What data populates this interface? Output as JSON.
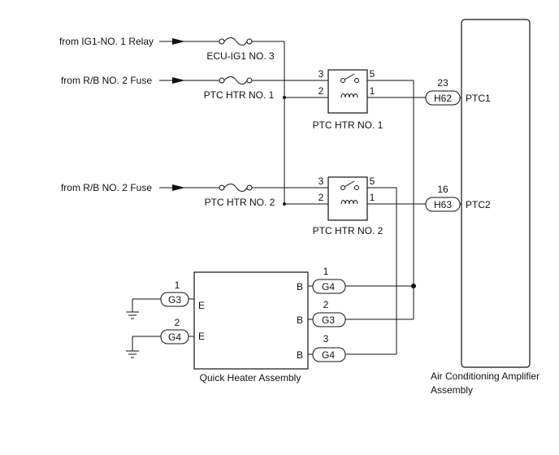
{
  "sources": {
    "ig1_relay": "from IG1-NO. 1 Relay",
    "rb_fuse_a": "from R/B NO. 2 Fuse",
    "rb_fuse_b": "from R/B NO. 2 Fuse"
  },
  "fuses": {
    "ecu_ig1": "ECU-IG1 NO. 3",
    "ptc_htr1": "PTC HTR NO. 1",
    "ptc_htr2": "PTC HTR NO. 2"
  },
  "relays": {
    "relay1": {
      "label": "PTC HTR NO. 1",
      "pin3": "3",
      "pin5": "5",
      "pin2": "2",
      "pin1": "1"
    },
    "relay2": {
      "label": "PTC HTR NO. 2",
      "pin3": "3",
      "pin5": "5",
      "pin2": "2",
      "pin1": "1"
    }
  },
  "amplifier": {
    "label_line1": "Air Conditioning Amplifier",
    "label_line2": "Assembly",
    "conn1": {
      "code": "H62",
      "pin": "23",
      "terminal": "PTC1"
    },
    "conn2": {
      "code": "H63",
      "pin": "16",
      "terminal": "PTC2"
    }
  },
  "quick_heater": {
    "label": "Quick Heater Assembly",
    "left": [
      {
        "code": "G3",
        "pin": "1",
        "terminal": "E"
      },
      {
        "code": "G4",
        "pin": "2",
        "terminal": "E"
      }
    ],
    "right": [
      {
        "code": "G4",
        "pin": "1",
        "terminal": "B"
      },
      {
        "code": "G3",
        "pin": "2",
        "terminal": "B"
      },
      {
        "code": "G4",
        "pin": "3",
        "terminal": "B"
      }
    ]
  }
}
